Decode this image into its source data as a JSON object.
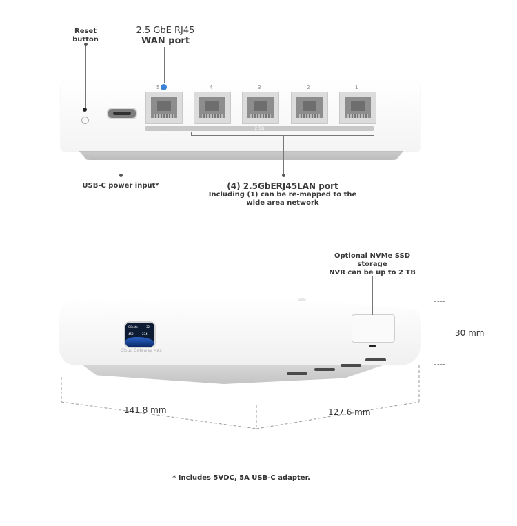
{
  "top_view": {
    "reset_label_line1": "Reset",
    "reset_label_line2": "button",
    "wan_label_line1": "2.5 GbE RJ45",
    "wan_label_line2": "WAN port",
    "usbc_label": "USB-C power input*",
    "lan_label_title": "(4) 2.5GbERJ45LAN port",
    "lan_label_line2": "Including (1) can be re-mapped to the",
    "lan_label_line3": "wide area network",
    "port_numbers": [
      "5",
      "4",
      "3",
      "2",
      "1"
    ],
    "lan_bar_label": "2.5G"
  },
  "bottom_view": {
    "ssd_label_line1": "Optional NVMe SSD",
    "ssd_label_line2": "storage",
    "ssd_label_line3": "NVR can be up to 2 TB",
    "height_dim": "30 mm",
    "width_dim": "141.8 mm",
    "depth_dim": "127.6 mm",
    "screen_clients_label": "Clients",
    "screen_value_1": "32",
    "screen_value_2": "452",
    "screen_value_3": "234",
    "brand_text": "Cloud Gateway Max"
  },
  "footnote": "* Includes 5VDC, 5A USB-C adapter."
}
